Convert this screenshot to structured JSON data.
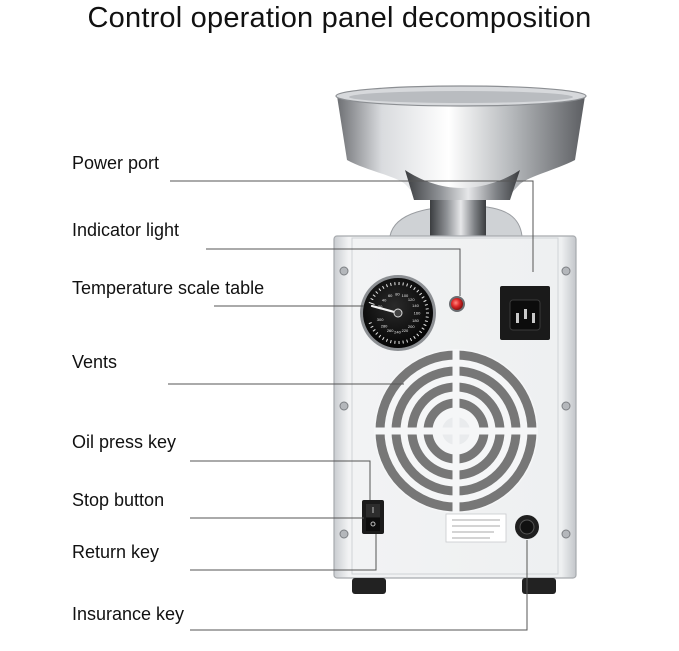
{
  "title": "Control operation panel decomposition",
  "labels": {
    "power_port": "Power port",
    "indicator_light": "Indicator light",
    "temperature_scale_table": "Temperature scale table",
    "vents": "Vents",
    "oil_press_key": "Oil press key",
    "stop_button": "Stop button",
    "return_key": "Return key",
    "insurance_key": "Insurance key"
  },
  "dial_ticks": [
    "20",
    "40",
    "60",
    "80",
    "100",
    "120",
    "140",
    "160",
    "180",
    "200",
    "220",
    "240",
    "260",
    "280",
    "300"
  ],
  "colors": {
    "indicator_light": "#d9262a",
    "machine_body": "#e9ebed",
    "leader_line": "#555555"
  }
}
